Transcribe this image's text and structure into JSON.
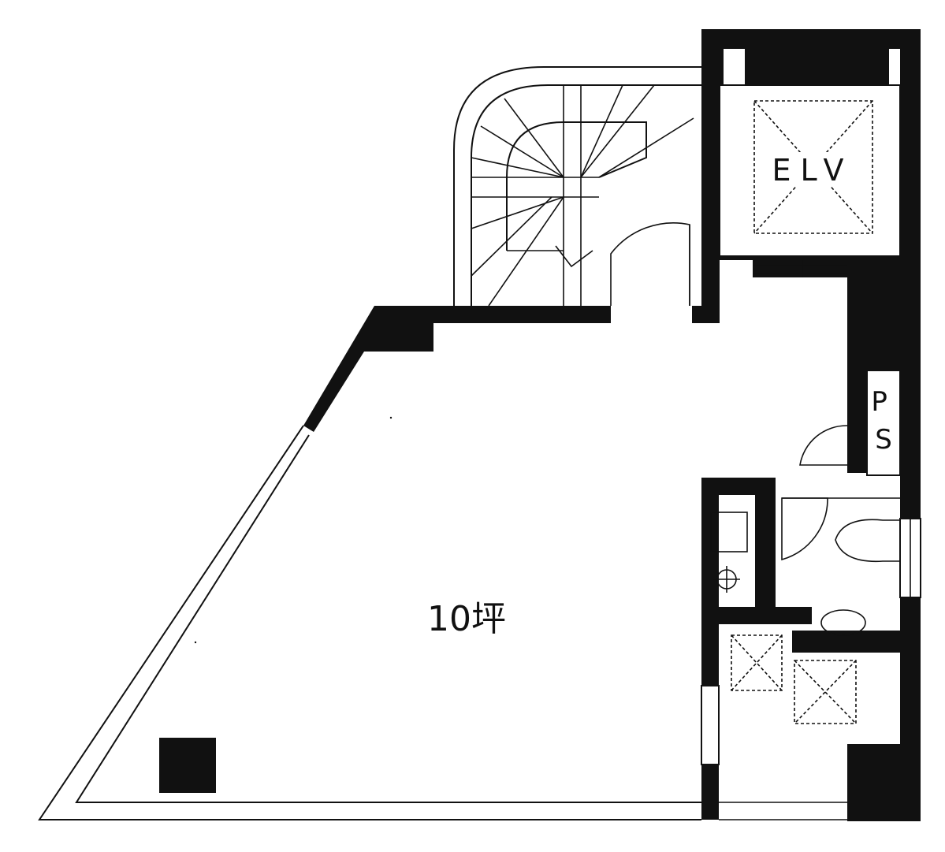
{
  "rooms": {
    "main_room_area": "10坪",
    "elevator_label": "ELV",
    "pipe_shaft_label": "PS"
  },
  "colors": {
    "wall": "#111111",
    "background": "#ffffff"
  }
}
